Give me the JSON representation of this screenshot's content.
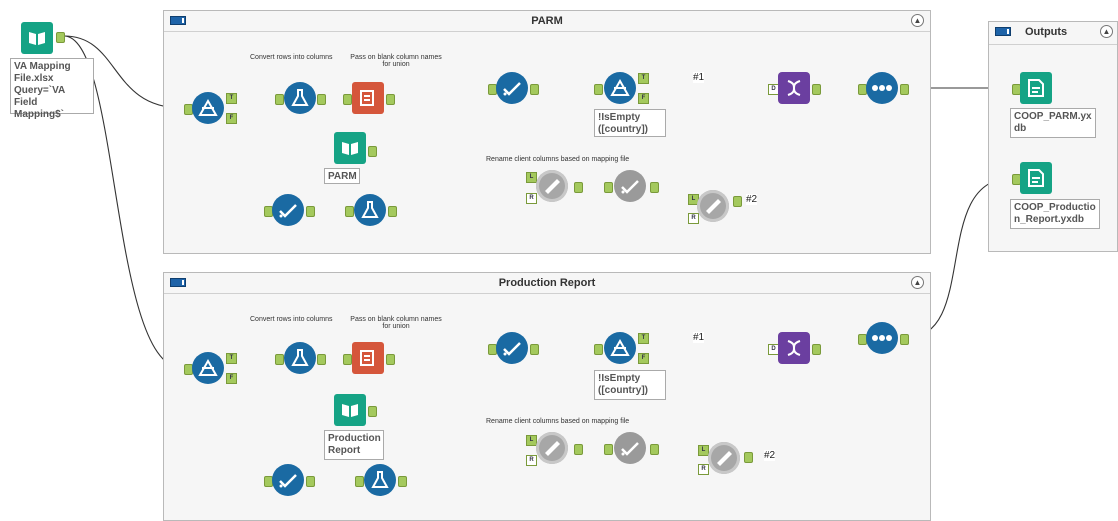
{
  "containers": {
    "parm": {
      "title": "PARM",
      "collapse_icon": "chevron-up-icon"
    },
    "production": {
      "title": "Production Report",
      "collapse_icon": "chevron-up-icon"
    },
    "outputs": {
      "title": "Outputs",
      "collapse_icon": "chevron-up-icon"
    }
  },
  "input": {
    "annotation": "VA Mapping File.xlsx Query=`VA Field Mapping$`"
  },
  "parm": {
    "convert_label": "Convert rows into columns",
    "pass_label": "Pass on blank column names for union",
    "filter_annotation": "!IsEmpty ([country])",
    "input_annotation": "PARM",
    "rename_label": "Rename client columns based on mapping file",
    "wire1": "#1",
    "wire2": "#2"
  },
  "production": {
    "convert_label": "Convert rows into columns",
    "pass_label": "Pass on blank column names for union",
    "filter_annotation": "!IsEmpty ([country])",
    "input_annotation": "Production Report",
    "rename_label": "Rename client columns based on mapping file",
    "wire1": "#1",
    "wire2": "#2"
  },
  "outputs": {
    "parm_file": "COOP_PARM.yxdb",
    "production_file": "COOP_Production_Report.yxdb"
  },
  "anchors": {
    "true": "T",
    "false": "F",
    "left": "L",
    "right": "R",
    "detail": "D"
  },
  "colors": {
    "tool_blue": "#1a6aa3",
    "anchor_green": "#a4c95d",
    "join_purple": "#6b3fa0",
    "input_teal": "#15a385",
    "formula_orange": "#d5563b"
  }
}
